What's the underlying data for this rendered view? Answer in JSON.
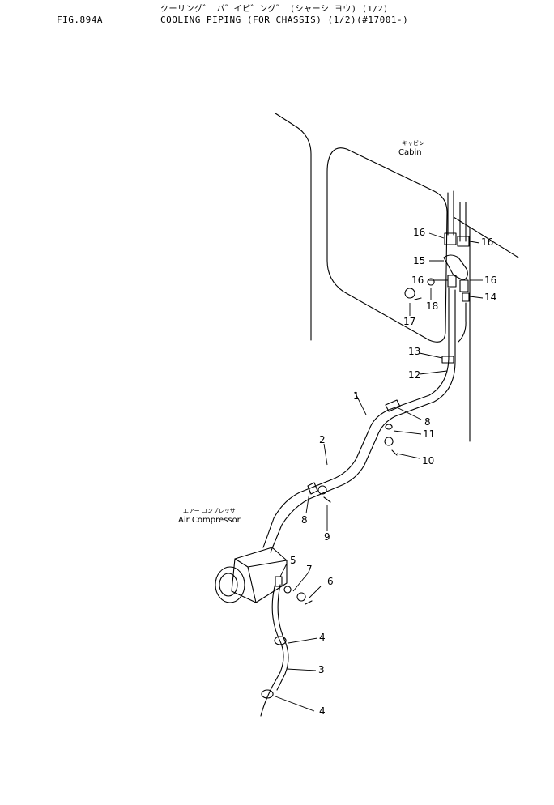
{
  "header": {
    "fig_number": "FIG.894A",
    "title_jp": "クーリング゛ パ゛イピ゛ング゛ (シャーシ ヨウ) (1/2)",
    "title_en": "COOLING PIPING (FOR CHASSIS) (1/2)(#17001-)"
  },
  "labels": {
    "cabin_jp": "キャビン",
    "cabin_en": "Cabin",
    "compressor_jp": "エアー コンプレッサ",
    "compressor_en": "Air Compressor"
  },
  "callouts": [
    "1",
    "2",
    "3",
    "4",
    "4",
    "5",
    "6",
    "7",
    "8",
    "8",
    "9",
    "10",
    "11",
    "12",
    "13",
    "14",
    "15",
    "16",
    "16",
    "16",
    "16",
    "17",
    "18"
  ]
}
